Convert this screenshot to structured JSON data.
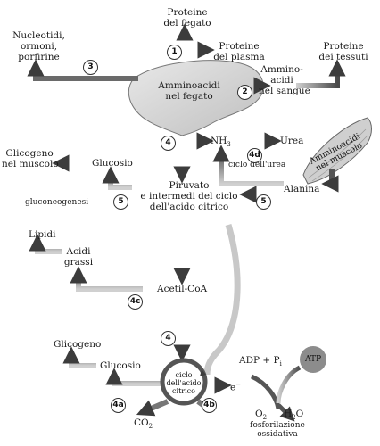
{
  "labels": {
    "proteine_fegato": "Proteine\ndel fegato",
    "proteine_plasma": "Proteine\ndel plasma",
    "nucleotidi": "Nucleotidi,\normoni,\nporfirine",
    "amminoacidi_sangue": "Ammino-\nacidi\nnel sangue",
    "proteine_tessuti": "Proteine\ndei tessuti",
    "amminoacidi_fegato": "Amminoacidi\nnel fegato",
    "nh3": "NH",
    "nh3_sub": "3",
    "urea": "Urea",
    "ciclo_urea": "ciclo dell'urea",
    "amminoacidi_muscolo": "Amminoacidi\nnel muscolo",
    "glicogeno_muscolo": "Glicogeno\nnel muscolo",
    "glucosio_top": "Glucosio",
    "gluconeogenesi": "gluconeogenesi",
    "piruvato": "Piruvato\ne intermedi del ciclo\ndell'acido citrico",
    "alanina": "Alanina",
    "lipidi": "Lipidi",
    "acidi_grassi": "Acidi\ngrassi",
    "acetil_coa": "Acetil-CoA",
    "glicogeno_bottom": "Glicogeno",
    "glucosio_bottom": "Glucosio",
    "ciclo_acido_citrico": "ciclo\ndell'acido\ncitrico",
    "electron": "e",
    "electron_sup": "−",
    "co2": "CO",
    "co2_sub": "2",
    "adp_pi": "ADP + P",
    "adp_pi_sub": "i",
    "atp": "ATP",
    "o2": "O",
    "o2_sub": "2",
    "h2o": "H",
    "h2o_sub": "2",
    "h2o_end": "O",
    "fosforilazione": "fosforilazione\nossidativa"
  },
  "steps": {
    "s1": "1",
    "s2": "2",
    "s3": "3",
    "s4a": "4",
    "s4d": "4d",
    "s5a": "5",
    "s5b": "5",
    "s4c": "4c",
    "s4b_top": "4",
    "s4a_bottom": "4a",
    "s4b": "4b"
  },
  "colors": {
    "arrow_dark": "#5a5a5a",
    "arrow_light": "#c8c8c8",
    "liver": "#d9d9d9",
    "muscle": "#c9c9c9",
    "atp": "#8c8c8c"
  }
}
